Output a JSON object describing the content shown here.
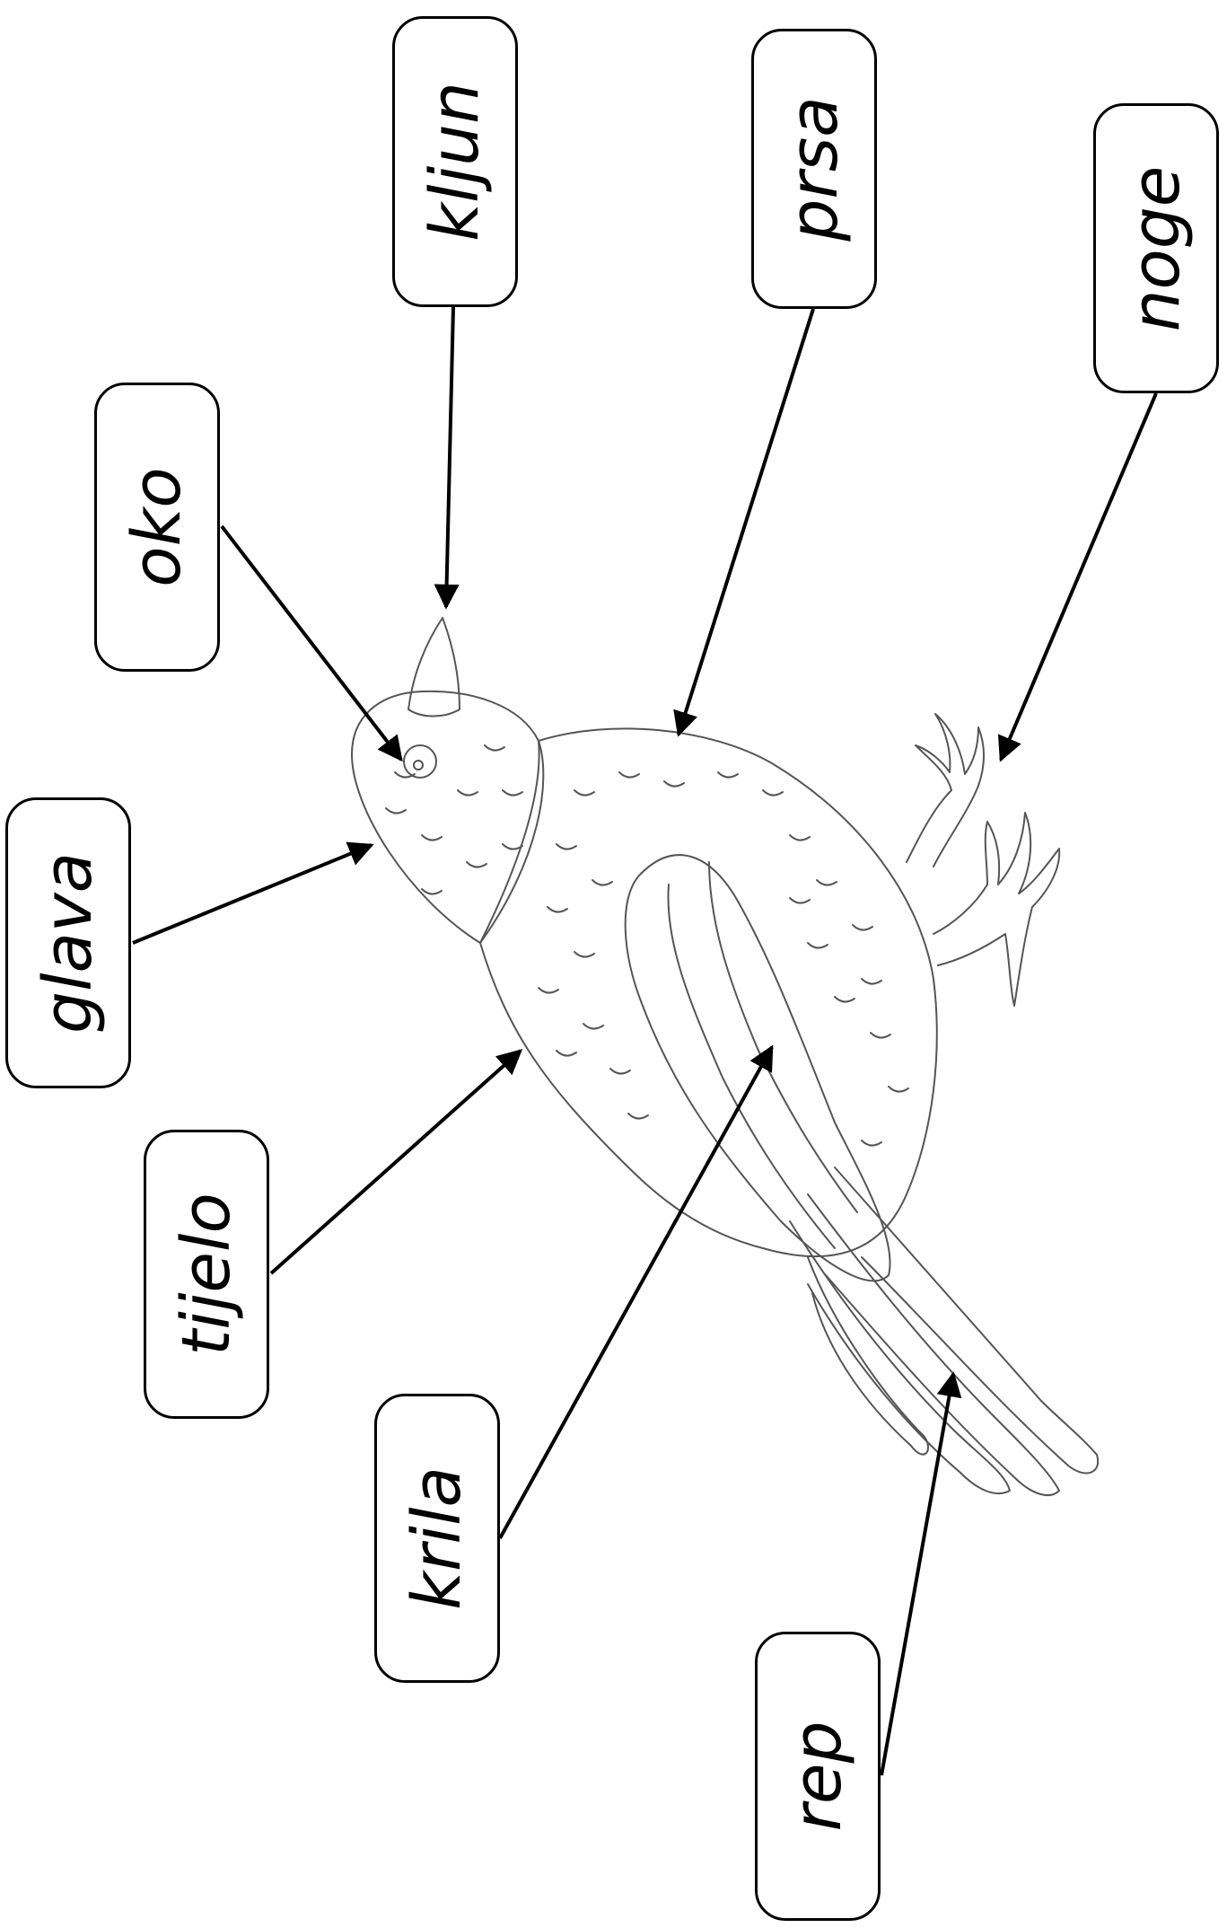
{
  "labels": {
    "kljun": "kljun",
    "prsa": "prsa",
    "noge": "noge",
    "oko": "oko",
    "glava": "glava",
    "tijelo": "tijelo",
    "krila": "krila",
    "rep": "rep"
  },
  "colors": {
    "ink": "#000000",
    "drawing": "#555555",
    "background": "#ffffff"
  }
}
